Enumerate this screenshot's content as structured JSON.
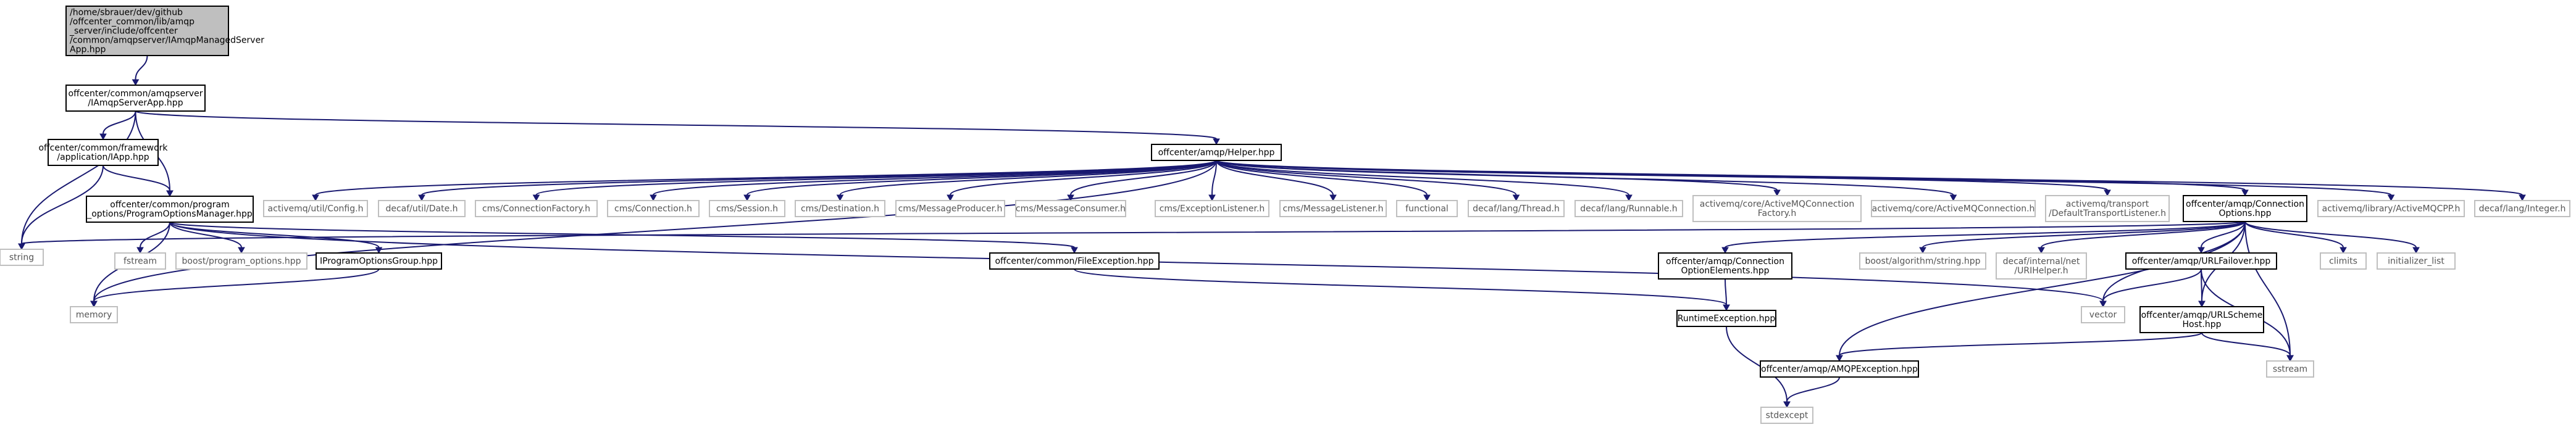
{
  "colors": {
    "root_fill": "#bfbfbf",
    "root_stroke": "#000000",
    "local_fill": "#ffffff",
    "local_stroke": "#000000",
    "external_fill": "#ffffff",
    "external_stroke": "#bfbfbf",
    "edge": "#191970"
  },
  "nodes": [
    {
      "id": "root",
      "kind": "root",
      "lines": [
        "/home/sbrauer/dev/github",
        "/offcenter_common/lib/amqp",
        "_server/include/offcenter",
        "/common/amqpserver/IAmqpManagedServer",
        "App.hpp"
      ]
    },
    {
      "id": "iamqpserverapp",
      "kind": "local",
      "lines": [
        "offcenter/common/amqpserver",
        "/IAmqpServerApp.hpp"
      ]
    },
    {
      "id": "framework_iapp",
      "kind": "local",
      "lines": [
        "offcenter/common/framework",
        "/application/IApp.hpp"
      ]
    },
    {
      "id": "string",
      "kind": "external",
      "lines": [
        "string"
      ]
    },
    {
      "id": "progopts",
      "kind": "local",
      "lines": [
        "offcenter/common/program",
        "_options/ProgramOptionsManager.hpp"
      ]
    },
    {
      "id": "memory",
      "kind": "external",
      "lines": [
        "memory"
      ]
    },
    {
      "id": "fstream",
      "kind": "external",
      "lines": [
        "fstream"
      ]
    },
    {
      "id": "boost_po",
      "kind": "external",
      "lines": [
        "boost/program_options.hpp"
      ]
    },
    {
      "id": "iprogoptsgroup",
      "kind": "local",
      "lines": [
        "IProgramOptionsGroup.hpp"
      ]
    },
    {
      "id": "fileexception",
      "kind": "local",
      "lines": [
        "offcenter/common/FileException.hpp"
      ]
    },
    {
      "id": "helper",
      "kind": "local",
      "lines": [
        "offcenter/amqp/Helper.hpp"
      ]
    },
    {
      "id": "h_config",
      "kind": "external",
      "lines": [
        "activemq/util/Config.h"
      ]
    },
    {
      "id": "h_date",
      "kind": "external",
      "lines": [
        "decaf/util/Date.h"
      ]
    },
    {
      "id": "h_connfactory",
      "kind": "external",
      "lines": [
        "cms/ConnectionFactory.h"
      ]
    },
    {
      "id": "h_connection",
      "kind": "external",
      "lines": [
        "cms/Connection.h"
      ]
    },
    {
      "id": "h_session",
      "kind": "external",
      "lines": [
        "cms/Session.h"
      ]
    },
    {
      "id": "h_destination",
      "kind": "external",
      "lines": [
        "cms/Destination.h"
      ]
    },
    {
      "id": "h_producer",
      "kind": "external",
      "lines": [
        "cms/MessageProducer.h"
      ]
    },
    {
      "id": "h_consumer",
      "kind": "external",
      "lines": [
        "cms/MessageConsumer.h"
      ]
    },
    {
      "id": "h_exlistener",
      "kind": "external",
      "lines": [
        "cms/ExceptionListener.h"
      ]
    },
    {
      "id": "h_msglistener",
      "kind": "external",
      "lines": [
        "cms/MessageListener.h"
      ]
    },
    {
      "id": "h_functional",
      "kind": "external",
      "lines": [
        "functional"
      ]
    },
    {
      "id": "h_thread",
      "kind": "external",
      "lines": [
        "decaf/lang/Thread.h"
      ]
    },
    {
      "id": "h_runnable",
      "kind": "external",
      "lines": [
        "decaf/lang/Runnable.h"
      ]
    },
    {
      "id": "h_amqconnfactory",
      "kind": "external",
      "lines": [
        "activemq/core/ActiveMQConnection",
        "Factory.h"
      ]
    },
    {
      "id": "h_amqconn",
      "kind": "external",
      "lines": [
        "activemq/core/ActiveMQConnection.h"
      ]
    },
    {
      "id": "h_transport",
      "kind": "external",
      "lines": [
        "activemq/transport",
        "/DefaultTransportListener.h"
      ]
    },
    {
      "id": "connopts",
      "kind": "local",
      "lines": [
        "offcenter/amqp/Connection",
        "Options.hpp"
      ]
    },
    {
      "id": "h_activemqcpp",
      "kind": "external",
      "lines": [
        "activemq/library/ActiveMQCPP.h"
      ]
    },
    {
      "id": "h_integer",
      "kind": "external",
      "lines": [
        "decaf/lang/Integer.h"
      ]
    },
    {
      "id": "connoptelems",
      "kind": "local",
      "lines": [
        "offcenter/amqp/Connection",
        "OptionElements.hpp"
      ]
    },
    {
      "id": "boost_string",
      "kind": "external",
      "lines": [
        "boost/algorithm/string.hpp"
      ]
    },
    {
      "id": "urihelper",
      "kind": "external",
      "lines": [
        "decaf/internal/net",
        "/URIHelper.h"
      ]
    },
    {
      "id": "urlfailover",
      "kind": "local",
      "lines": [
        "offcenter/amqp/URLFailover.hpp"
      ]
    },
    {
      "id": "climits",
      "kind": "external",
      "lines": [
        "climits"
      ]
    },
    {
      "id": "initlist",
      "kind": "external",
      "lines": [
        "initializer_list"
      ]
    },
    {
      "id": "runtimeex",
      "kind": "local",
      "lines": [
        "RuntimeException.hpp"
      ]
    },
    {
      "id": "vector",
      "kind": "external",
      "lines": [
        "vector"
      ]
    },
    {
      "id": "urlscheme",
      "kind": "local",
      "lines": [
        "offcenter/amqp/URLScheme",
        "Host.hpp"
      ]
    },
    {
      "id": "amqpex",
      "kind": "local",
      "lines": [
        "offcenter/amqp/AMQPException.hpp"
      ]
    },
    {
      "id": "sstream",
      "kind": "external",
      "lines": [
        "sstream"
      ]
    },
    {
      "id": "stdexcept",
      "kind": "external",
      "lines": [
        "stdexcept"
      ]
    }
  ],
  "edges": [
    [
      "root",
      "iamqpserverapp"
    ],
    [
      "iamqpserverapp",
      "framework_iapp"
    ],
    [
      "iamqpserverapp",
      "string"
    ],
    [
      "iamqpserverapp",
      "progopts"
    ],
    [
      "iamqpserverapp",
      "helper"
    ],
    [
      "framework_iapp",
      "string"
    ],
    [
      "framework_iapp",
      "progopts"
    ],
    [
      "progopts",
      "memory"
    ],
    [
      "progopts",
      "fstream"
    ],
    [
      "progopts",
      "boost_po"
    ],
    [
      "progopts",
      "iprogoptsgroup"
    ],
    [
      "progopts",
      "fileexception"
    ],
    [
      "progopts",
      "vector"
    ],
    [
      "iprogoptsgroup",
      "memory"
    ],
    [
      "fileexception",
      "runtimeex"
    ],
    [
      "helper",
      "memory"
    ],
    [
      "helper",
      "h_config"
    ],
    [
      "helper",
      "h_date"
    ],
    [
      "helper",
      "h_connfactory"
    ],
    [
      "helper",
      "h_connection"
    ],
    [
      "helper",
      "h_session"
    ],
    [
      "helper",
      "h_destination"
    ],
    [
      "helper",
      "h_producer"
    ],
    [
      "helper",
      "h_consumer"
    ],
    [
      "helper",
      "h_exlistener"
    ],
    [
      "helper",
      "h_msglistener"
    ],
    [
      "helper",
      "h_functional"
    ],
    [
      "helper",
      "h_thread"
    ],
    [
      "helper",
      "h_runnable"
    ],
    [
      "helper",
      "h_amqconnfactory"
    ],
    [
      "helper",
      "h_amqconn"
    ],
    [
      "helper",
      "h_transport"
    ],
    [
      "helper",
      "connopts"
    ],
    [
      "helper",
      "h_activemqcpp"
    ],
    [
      "helper",
      "h_integer"
    ],
    [
      "connopts",
      "string"
    ],
    [
      "connopts",
      "connoptelems"
    ],
    [
      "connopts",
      "boost_string"
    ],
    [
      "connopts",
      "urihelper"
    ],
    [
      "connopts",
      "urlfailover"
    ],
    [
      "connopts",
      "climits"
    ],
    [
      "connopts",
      "initlist"
    ],
    [
      "connopts",
      "vector"
    ],
    [
      "connopts",
      "urlscheme"
    ],
    [
      "connopts",
      "amqpex"
    ],
    [
      "connopts",
      "sstream"
    ],
    [
      "connoptelems",
      "runtimeex"
    ],
    [
      "urlfailover",
      "vector"
    ],
    [
      "urlfailover",
      "urlscheme"
    ],
    [
      "urlfailover",
      "sstream"
    ],
    [
      "urlscheme",
      "amqpex"
    ],
    [
      "urlscheme",
      "sstream"
    ],
    [
      "runtimeex",
      "stdexcept"
    ],
    [
      "amqpex",
      "stdexcept"
    ]
  ]
}
